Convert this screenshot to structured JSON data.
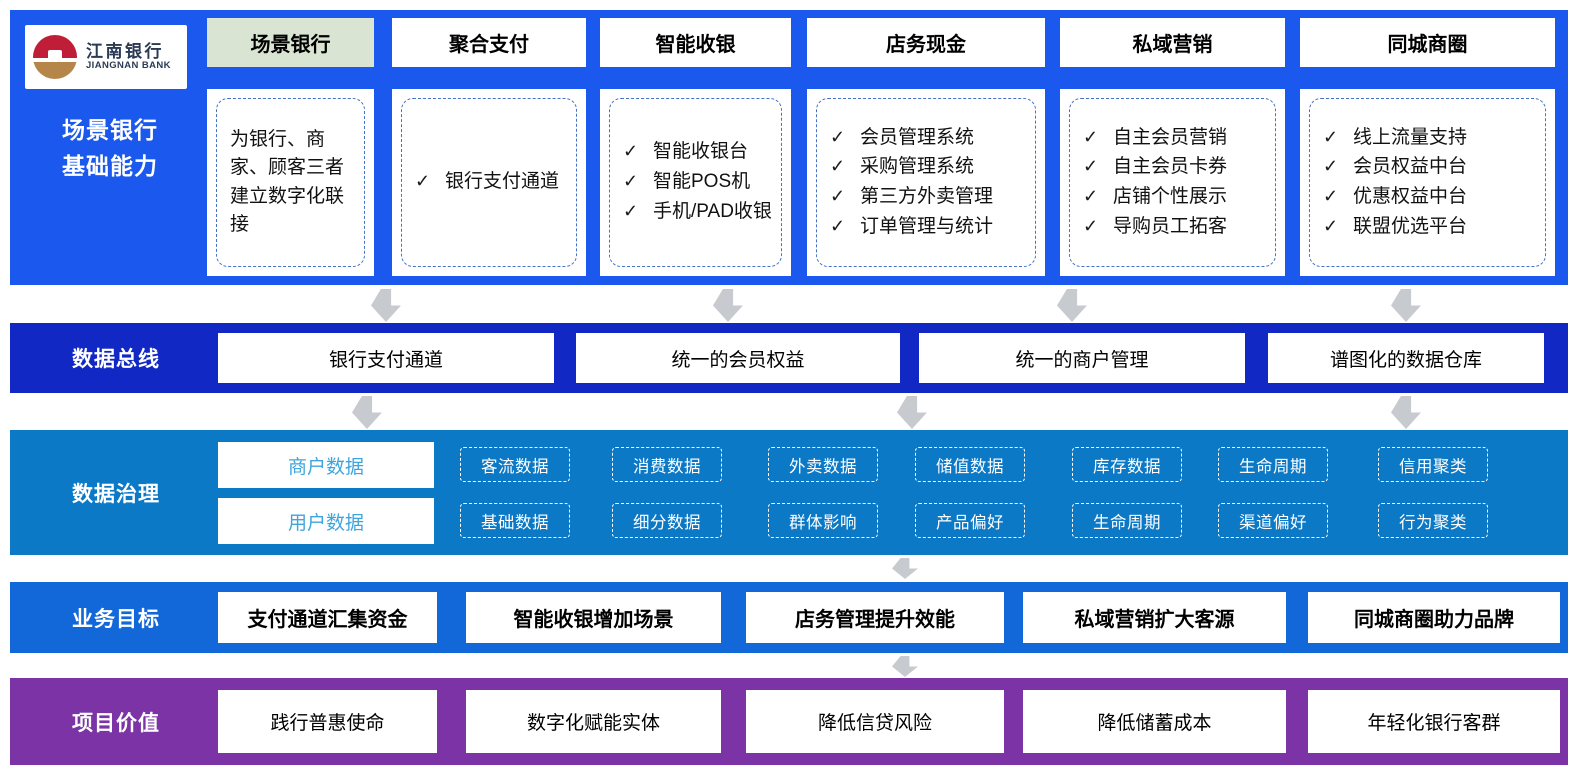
{
  "brand": {
    "name_cn": "江南银行",
    "name_en": "JIANGNAN BANK"
  },
  "icons": {
    "checkmark": "✓",
    "flow_arrow": "down-arrow"
  },
  "colors": {
    "band_capability": "#1A58EE",
    "band_data_bus": "#1128C4",
    "band_governance": "#0C79C6",
    "band_goals": "#1268D8",
    "band_values": "#7B33A6",
    "tab_highlight_bg": "#D9E5D2",
    "dashed_border": "#4472C4",
    "category_text": "#3FA5DC",
    "arrow_gray": "#C7CBD0"
  },
  "capability": {
    "label_line1": "场景银行",
    "label_line2": "基础能力",
    "columns": [
      {
        "tab": "场景银行",
        "highlight": true,
        "checked": false,
        "items": [
          "为银行、商家、顾客三者建立数字化联接"
        ]
      },
      {
        "tab": "聚合支付",
        "highlight": false,
        "checked": true,
        "items": [
          "银行支付通道"
        ]
      },
      {
        "tab": "智能收银",
        "highlight": false,
        "checked": true,
        "items": [
          "智能收银台",
          "智能POS机",
          "手机/PAD收银"
        ]
      },
      {
        "tab": "店务现金",
        "highlight": false,
        "checked": true,
        "items": [
          "会员管理系统",
          "采购管理系统",
          "第三方外卖管理",
          "订单管理与统计"
        ]
      },
      {
        "tab": "私域营销",
        "highlight": false,
        "checked": true,
        "items": [
          "自主会员营销",
          "自主会员卡券",
          "店铺个性展示",
          "导购员工拓客"
        ]
      },
      {
        "tab": "同城商圈",
        "highlight": false,
        "checked": true,
        "items": [
          "线上流量支持",
          "会员权益中台",
          "优惠权益中台",
          "联盟优选平台"
        ]
      }
    ]
  },
  "data_bus": {
    "label": "数据总线",
    "boxes": [
      "银行支付通道",
      "统一的会员权益",
      "统一的商户管理",
      "谱图化的数据仓库"
    ]
  },
  "governance": {
    "label": "数据治理",
    "rows": [
      {
        "category": "商户数据",
        "tags": [
          "客流数据",
          "消费数据",
          "外卖数据",
          "储值数据",
          "库存数据",
          "生命周期",
          "信用聚类"
        ]
      },
      {
        "category": "用户数据",
        "tags": [
          "基础数据",
          "细分数据",
          "群体影响",
          "产品偏好",
          "生命周期",
          "渠道偏好",
          "行为聚类"
        ]
      }
    ]
  },
  "goals": {
    "label": "业务目标",
    "boxes": [
      "支付通道汇集资金",
      "智能收银增加场景",
      "店务管理提升效能",
      "私域营销扩大客源",
      "同城商圈助力品牌"
    ]
  },
  "values": {
    "label": "项目价值",
    "boxes": [
      "践行普惠使命",
      "数字化赋能实体",
      "降低信贷风险",
      "降低储蓄成本",
      "年轻化银行客群"
    ]
  }
}
